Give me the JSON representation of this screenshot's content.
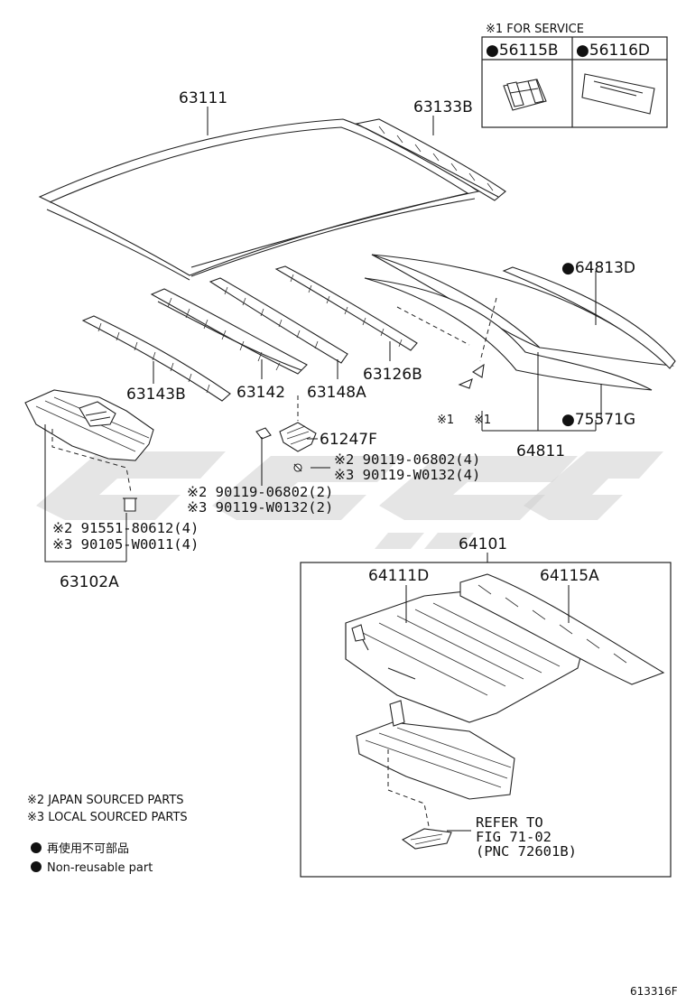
{
  "service_box": {
    "title": "※1 FOR SERVICE",
    "part_a": "●56115B",
    "part_b": "●56116D"
  },
  "labels": {
    "p63111": "63111",
    "p63133B": "63133B",
    "p64813D": "●64813D",
    "p63126B": "63126B",
    "p63148A": "63148A",
    "p63142": "63142",
    "p63143B": "63143B",
    "p61247F": "61247F",
    "p75571G": "●75571G",
    "p64811": "64811",
    "ref1a": "※1",
    "ref1b": "※1",
    "b1_jp": "※2 90119-06802(4)",
    "b1_loc": "※3 90119-W0132(4)",
    "b2_jp": "※2 90119-06802(2)",
    "b2_loc": "※3 90119-W0132(2)",
    "b3_jp": "※2 91551-80612(4)",
    "b3_loc": "※3 90105-W0011(4)",
    "p63102A": "63102A",
    "p64101": "64101",
    "p64111D": "64111D",
    "p64115A": "64115A",
    "refer_1": "REFER TO",
    "refer_2": "FIG 71-02",
    "refer_3": "(PNC 72601B)"
  },
  "notes": {
    "japan": "※2 JAPAN SOURCED PARTS",
    "local": "※3 LOCAL SOURCED PARTS",
    "nonreuse_jp": "再使用不可部品",
    "nonreuse_en": "Non-reusable part"
  },
  "figure_id": "613316F",
  "watermark_color": "#cfcfcf"
}
